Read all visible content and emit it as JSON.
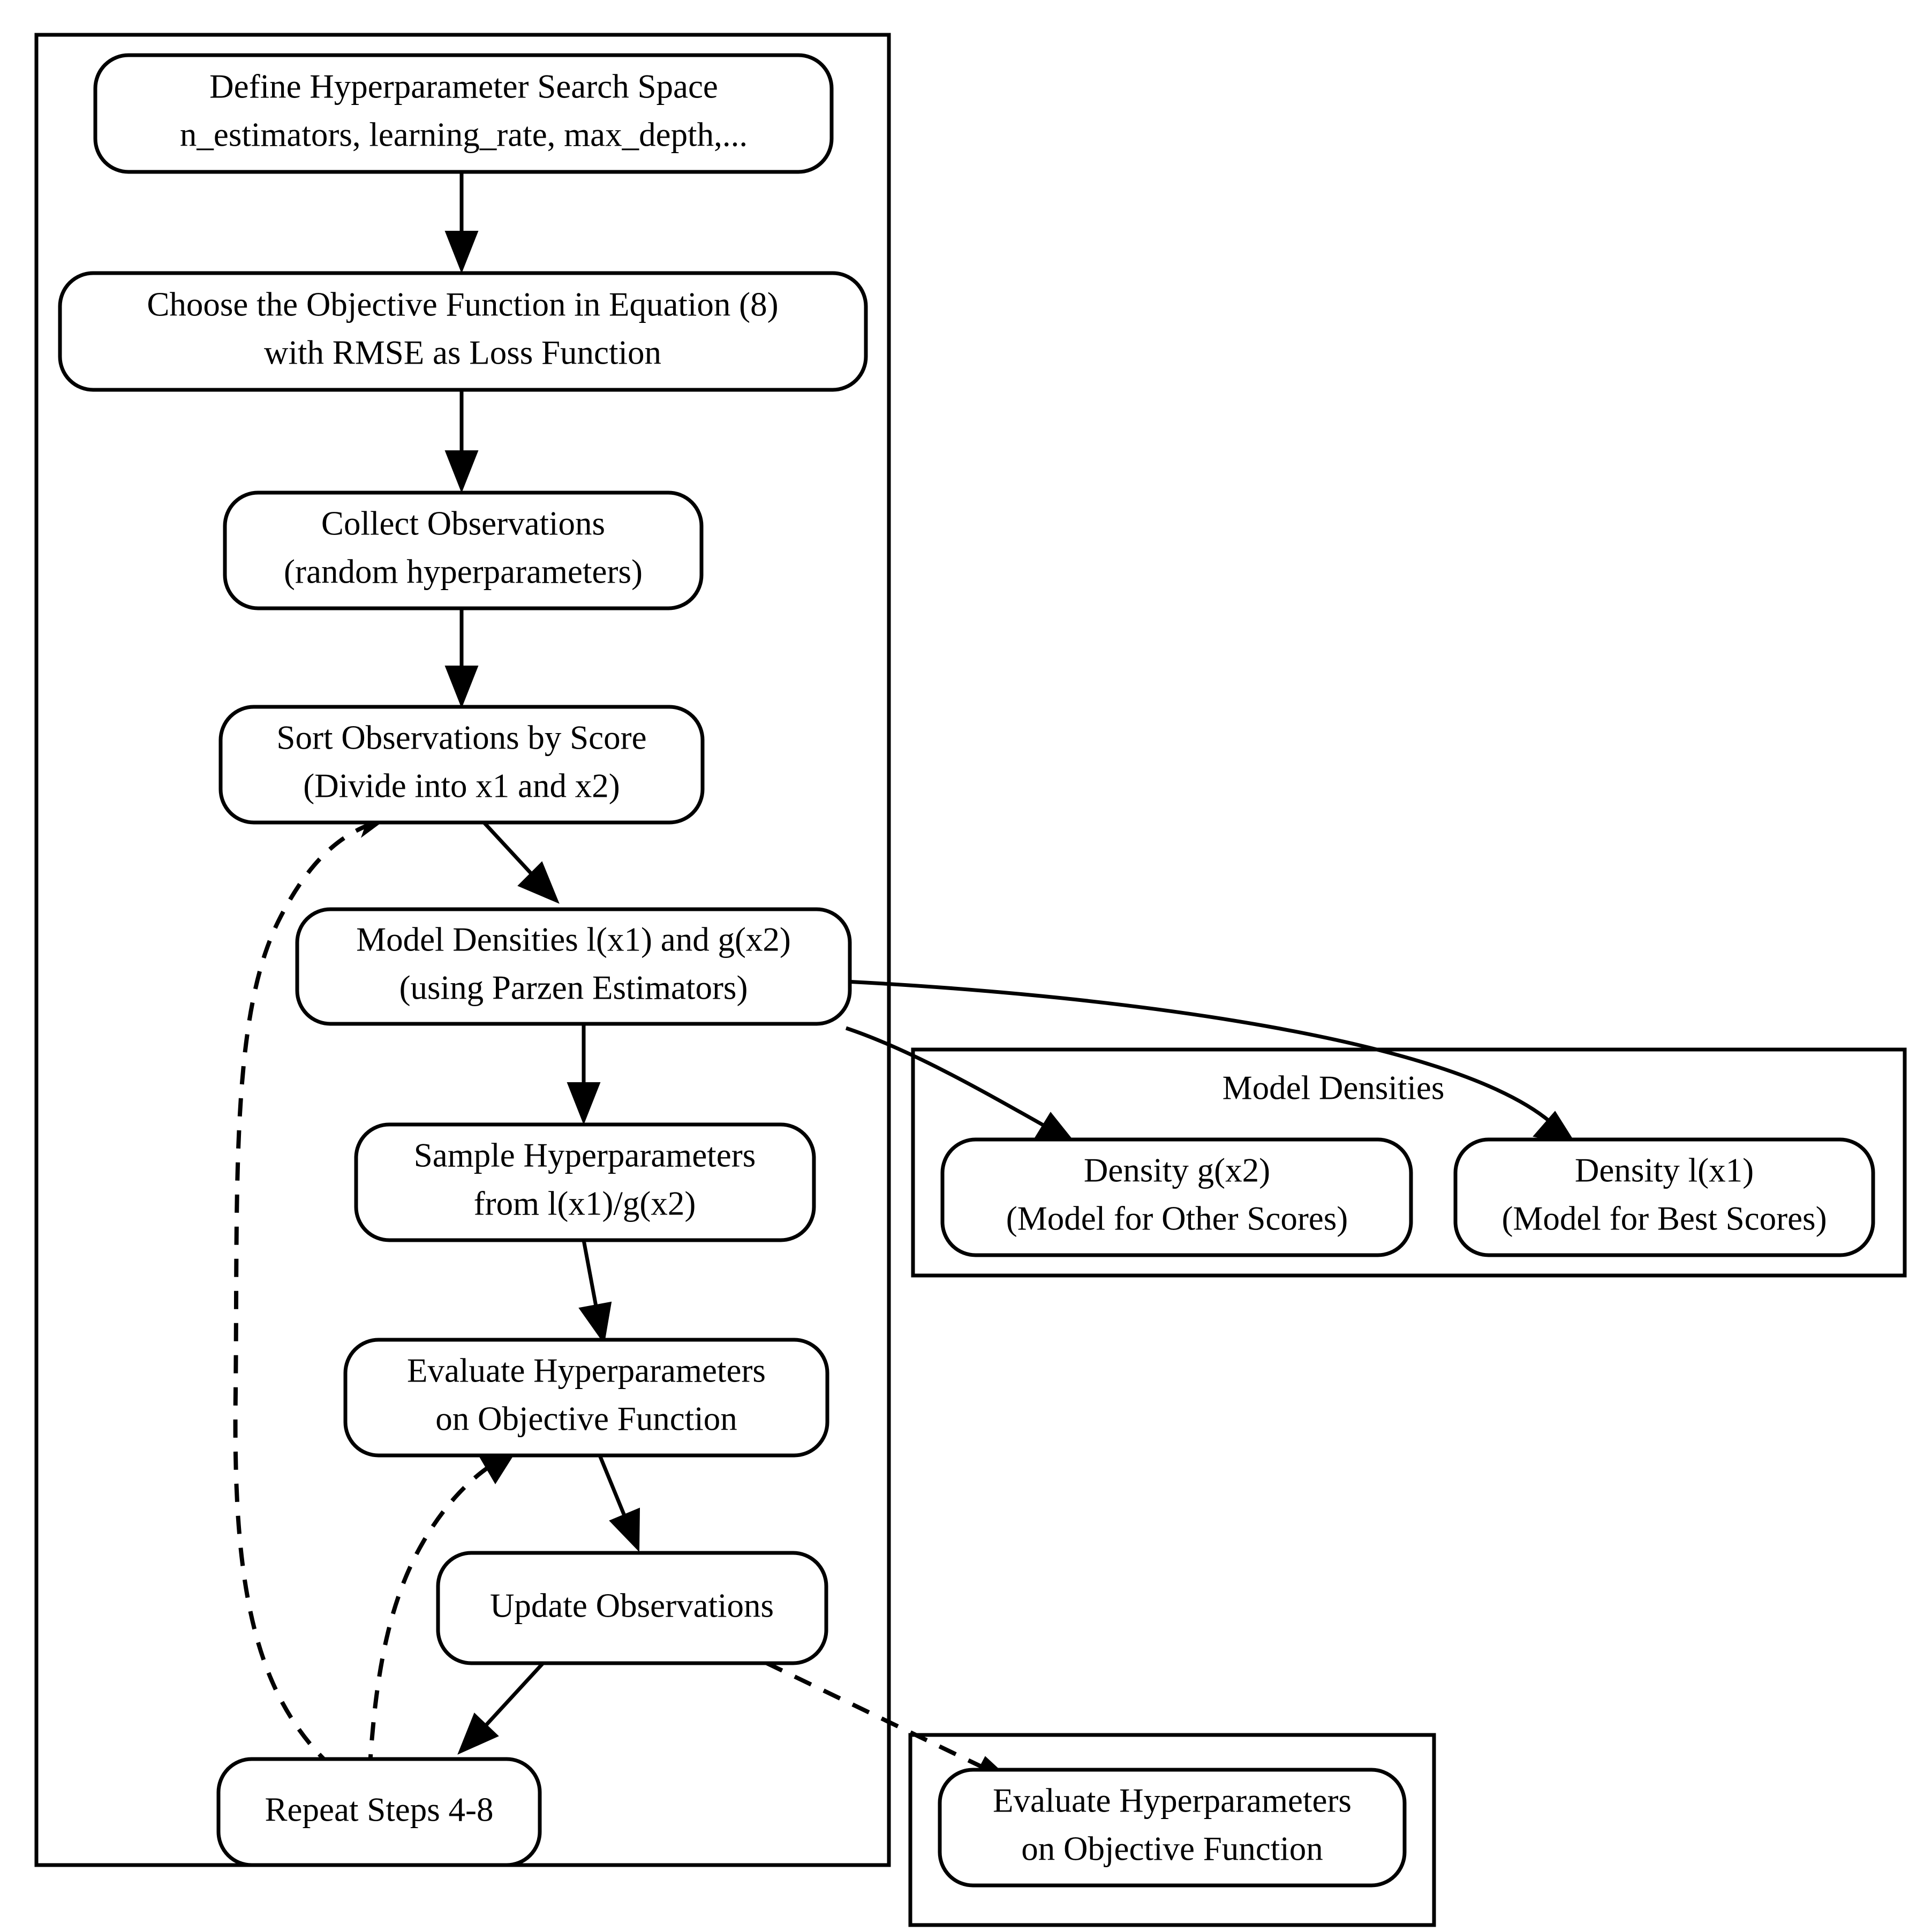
{
  "diagram": {
    "title": "TPE Hyperparameter Optimization Flowchart",
    "background_color": "#ffffff",
    "stroke_color": "#000000",
    "outer_cluster": {
      "name": "main-procedure-cluster",
      "label": ""
    },
    "nodes": {
      "define_search_space": {
        "line1": "Define Hyperparameter Search Space",
        "line2": "n_estimators, learning_rate, max_depth,..."
      },
      "choose_objective": {
        "line1": "Choose the Objective Function in Equation (8)",
        "line2": "with RMSE as Loss Function"
      },
      "collect_observations": {
        "line1": "Collect Observations",
        "line2": "(random hyperparameters)"
      },
      "sort_observations": {
        "line1": "Sort Observations by Score",
        "line2": "(Divide into x1 and x2)"
      },
      "model_densities": {
        "line1": "Model Densities l(x1) and g(x2)",
        "line2": "(using Parzen Estimators)"
      },
      "sample_hyperparameters": {
        "line1": "Sample Hyperparameters",
        "line2": "from l(x1)/g(x2)"
      },
      "evaluate_hyperparameters": {
        "line1": "Evaluate Hyperparameters",
        "line2": "on Objective Function"
      },
      "update_observations": {
        "line1": "Update Observations",
        "line2": ""
      },
      "repeat_steps": {
        "line1": "Repeat Steps 4-8",
        "line2": ""
      },
      "density_g": {
        "line1": "Density g(x2)",
        "line2": "(Model for Other Scores)"
      },
      "density_l": {
        "line1": "Density l(x1)",
        "line2": "(Model for Best Scores)"
      },
      "evaluate_hyperparameters_out": {
        "line1": "Evaluate Hyperparameters",
        "line2": "on Objective Function"
      }
    },
    "clusters": {
      "model_densities_cluster": {
        "label": "Model Densities"
      },
      "evaluate_cluster": {
        "label": ""
      }
    },
    "edges": [
      {
        "from": "define_search_space",
        "to": "choose_objective",
        "style": "solid"
      },
      {
        "from": "choose_objective",
        "to": "collect_observations",
        "style": "solid"
      },
      {
        "from": "collect_observations",
        "to": "sort_observations",
        "style": "solid"
      },
      {
        "from": "sort_observations",
        "to": "model_densities",
        "style": "solid"
      },
      {
        "from": "model_densities",
        "to": "sample_hyperparameters",
        "style": "solid"
      },
      {
        "from": "model_densities",
        "to": "density_g",
        "style": "solid"
      },
      {
        "from": "model_densities",
        "to": "density_l",
        "style": "solid"
      },
      {
        "from": "sample_hyperparameters",
        "to": "evaluate_hyperparameters",
        "style": "solid"
      },
      {
        "from": "evaluate_hyperparameters",
        "to": "update_observations",
        "style": "solid"
      },
      {
        "from": "update_observations",
        "to": "repeat_steps",
        "style": "solid"
      },
      {
        "from": "repeat_steps",
        "to": "sort_observations",
        "style": "dashed"
      },
      {
        "from": "repeat_steps",
        "to": "evaluate_hyperparameters",
        "style": "dashed"
      },
      {
        "from": "update_observations",
        "to": "evaluate_hyperparameters_out",
        "style": "dashed"
      }
    ]
  }
}
